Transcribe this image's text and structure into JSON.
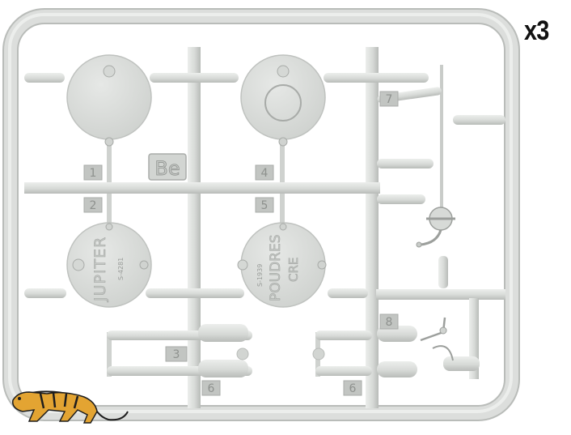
{
  "photo": {
    "quantity_label": "x3",
    "sprue_letter": "Be",
    "part_numbers": [
      "1",
      "2",
      "3",
      "4",
      "5",
      "6",
      "6",
      "7",
      "8"
    ],
    "left_disc_text": "JUPITER",
    "left_disc_code": "S-4281",
    "right_disc_text_line1": "POUDRES",
    "right_disc_text_line2": "CRE",
    "right_disc_code": "S-1939",
    "logo": "tiger-logo"
  },
  "colors": {
    "background": "#ffffff",
    "plastic": "#dcdedc",
    "plastic_shadow": "#b9bcb9",
    "plastic_highlight": "#eceeec",
    "number_tab": "#a9aca9",
    "text_dark": "#111111",
    "tiger_orange": "#e3a432",
    "tiger_stripe": "#1d1d1d"
  }
}
